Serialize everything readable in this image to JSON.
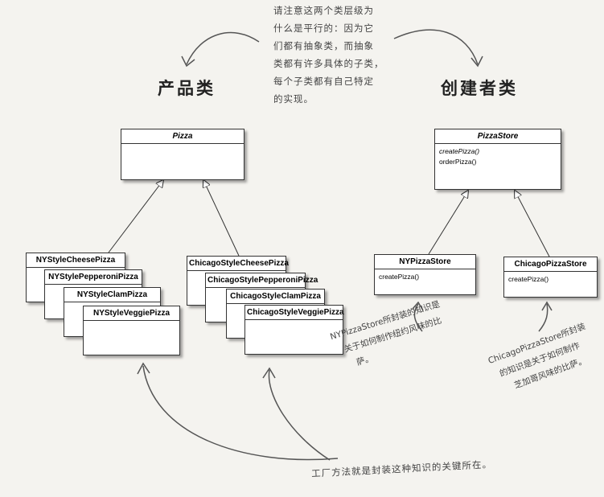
{
  "top_note": [
    "请注意这两个类层级为",
    "什么是平行的：因为它",
    "们都有抽象类，而抽象",
    "类都有许多具体的子类，",
    "每个子类都有自己特定",
    "的实现。"
  ],
  "headings": {
    "product": "产品类",
    "creator": "创建者类"
  },
  "product": {
    "abstract": {
      "name": "Pizza"
    },
    "ny": [
      "NYStyleCheesePizza",
      "NYStylePepperoniPizza",
      "NYStyleClamPizza",
      "NYStyleVeggiePizza"
    ],
    "chicago": [
      "ChicagoStyleCheesePizza",
      "ChicagoStylePepperoniPizza",
      "ChicagoStyleClamPizza",
      "ChicagoStyleVeggiePizza"
    ]
  },
  "creator": {
    "abstract": {
      "name": "PizzaStore",
      "methods": [
        "createPizza()",
        "orderPizza()"
      ]
    },
    "ny": {
      "name": "NYPizzaStore",
      "methods": [
        "createPizza()"
      ]
    },
    "chicago": {
      "name": "ChicagoPizzaStore",
      "methods": [
        "createPizza()"
      ]
    }
  },
  "notes": {
    "ny": [
      "NYPizzaStore所封装的知识是",
      "关于如何制作纽约风味的比",
      "萨。"
    ],
    "chicago": [
      "ChicagoPizzaStore所封装",
      "的知识是关于如何制作",
      "芝加哥风味的比萨。"
    ],
    "bottom": "工厂方法就是封装这种知识的关键所在。"
  }
}
